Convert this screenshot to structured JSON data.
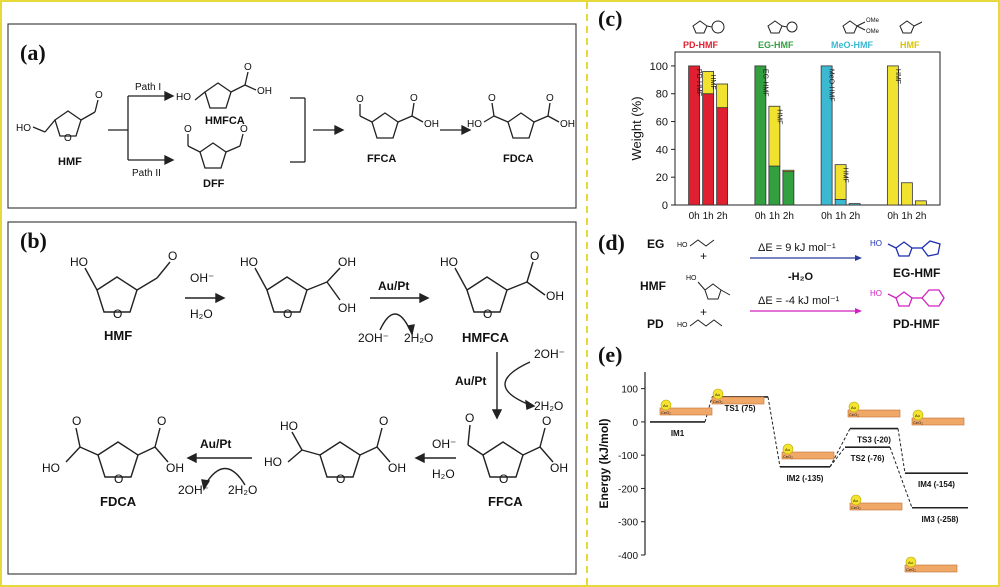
{
  "panels": {
    "a": {
      "label": "(a)",
      "hmf": "HMF",
      "path1": "Path I",
      "path2": "Path II",
      "hmfca": "HMFCA",
      "dff": "DFF",
      "ffca": "FFCA",
      "fdca": "FDCA",
      "atoms": {
        "ho": "HO",
        "oh": "OH",
        "o": "O"
      }
    },
    "b": {
      "label": "(b)",
      "hmf": "HMF",
      "hmfca": "HMFCA",
      "ffca": "FFCA",
      "fdca": "FDCA",
      "oh_minus": "OH⁻",
      "h2o": "H₂O",
      "catalyst": "Au/Pt",
      "two_oh": "2OH⁻",
      "two_h2o": "2H₂O",
      "atoms": {
        "ho": "HO",
        "oh": "OH",
        "o": "O",
        "h": "H"
      }
    },
    "c": {
      "label": "(c)",
      "legend": [
        {
          "name": "PD-HMF",
          "color": "#e02030"
        },
        {
          "name": "EG-HMF",
          "color": "#33a040"
        },
        {
          "name": "MeO-HMF",
          "color": "#3cb8d0"
        },
        {
          "name": "HMF",
          "color": "#f2e230"
        }
      ],
      "ome": "OMe",
      "bar_labels": {
        "pd": "PD-HMF",
        "eg": "EG-HMF",
        "meo": "MeO-HMF",
        "hmf": "HMF"
      }
    },
    "d": {
      "label": "(d)",
      "eg": "EG",
      "hmf": "HMF",
      "pd": "PD",
      "plus": "+",
      "de1": "ΔE = 9 kJ mol⁻¹",
      "de2": "ΔE = -4 kJ mol⁻¹",
      "minus_h2o": "-H₂O",
      "eg_hmf": "EG-HMF",
      "pd_hmf": "PD-HMF",
      "ho": "HO"
    },
    "e": {
      "label": "(e)",
      "surface": "CeO₂",
      "metal": "Au",
      "states": [
        {
          "name": "IM1",
          "energy": 0
        },
        {
          "name": "TS1 (75)",
          "energy": 75
        },
        {
          "name": "IM2 (-135)",
          "energy": -135
        },
        {
          "name": "TS2 (-76)",
          "energy": -76
        },
        {
          "name": "TS3 (-20)",
          "energy": -20
        },
        {
          "name": "IM4 (-154)",
          "energy": -154
        },
        {
          "name": "IM3 (-258)",
          "energy": -258
        }
      ]
    }
  },
  "chart_data": [
    {
      "type": "bar",
      "groups": [
        "PD-HMF",
        "EG-HMF",
        "MeO-HMF",
        "HMF"
      ],
      "categories": [
        "0h",
        "1h",
        "2h"
      ],
      "series": [
        {
          "name": "PD-HMF",
          "color": "#e02030",
          "group": "PD-HMF",
          "values": [
            100,
            80,
            70
          ]
        },
        {
          "name": "HMF",
          "color": "#f2e230",
          "group": "PD-HMF",
          "values": [
            0,
            16,
            17
          ]
        },
        {
          "name": "EG-HMF",
          "color": "#33a040",
          "group": "EG-HMF",
          "values": [
            100,
            28,
            24
          ]
        },
        {
          "name": "HMF",
          "color": "#f2e230",
          "group": "EG-HMF",
          "values": [
            0,
            43,
            1
          ]
        },
        {
          "name": "MeO-HMF",
          "color": "#3cb8d0",
          "group": "MeO-HMF",
          "values": [
            100,
            4,
            1
          ]
        },
        {
          "name": "HMF",
          "color": "#f2e230",
          "group": "MeO-HMF",
          "values": [
            0,
            25,
            0
          ]
        },
        {
          "name": "HMF",
          "color": "#f2e230",
          "group": "HMF",
          "values": [
            100,
            16,
            3
          ]
        }
      ],
      "ylabel": "Weight (%)",
      "ylim": [
        0,
        110
      ],
      "yticks": [
        0,
        20,
        40,
        60,
        80,
        100
      ],
      "stacked": true
    },
    {
      "type": "line",
      "ylabel": "Energy (kJ/mol)",
      "ylim": [
        -400,
        150
      ],
      "yticks": [
        100,
        0,
        -100,
        -200,
        -300,
        -400
      ],
      "x": [
        "IM1",
        "TS1",
        "IM2",
        "TS2",
        "TS3",
        "IM4",
        "IM3"
      ],
      "y": [
        0,
        75,
        -135,
        -76,
        -20,
        -154,
        -258
      ]
    }
  ]
}
